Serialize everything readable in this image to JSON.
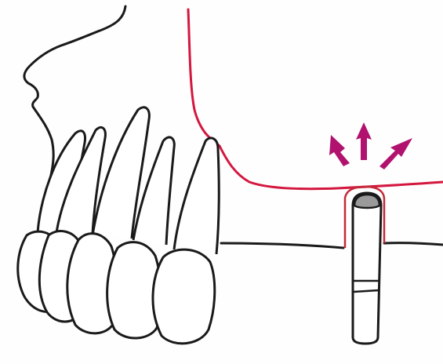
{
  "diagram": {
    "subject": "maxillary-sinus-floor-with-implant",
    "colors": {
      "outline": "#1a1a1a",
      "sinus_floor": "#d4173f",
      "arrows": "#b0126e",
      "implant_cap": "#9a9a9a",
      "implant_border": "#c42a3a",
      "paper": "#fefefe"
    },
    "arrow_directions": [
      "up-left",
      "up",
      "up-right"
    ],
    "teeth_count": 5
  }
}
